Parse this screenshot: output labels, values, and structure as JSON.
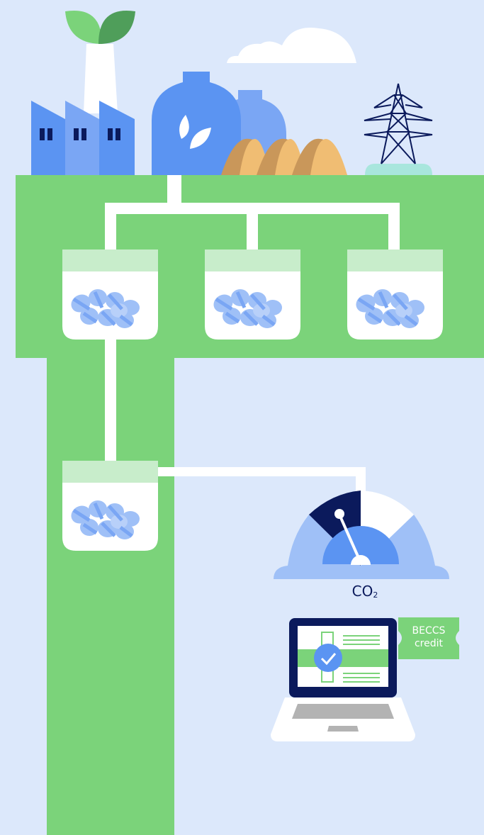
{
  "labels": {
    "co2_main": "CO",
    "co2_sub": "2",
    "credit_line1": "BECCS",
    "credit_line2": "credit"
  },
  "colors": {
    "background": "#dce8fb",
    "green": "#7bd37a",
    "light_green": "#c8edcb",
    "blue": "#5b94f2",
    "light_blue": "#9fc0f7",
    "navy": "#0b1a5c",
    "tan": "#f0bd73",
    "white": "#ffffff"
  },
  "icons": [
    "plant-sprout-icon",
    "factory-icon",
    "biomass-tank-icon",
    "wood-pile-icon",
    "power-pylon-icon",
    "cloud-icon",
    "pellet-container-icon",
    "co2-gauge-icon",
    "laptop-icon",
    "check-icon",
    "credit-ticket-icon"
  ]
}
